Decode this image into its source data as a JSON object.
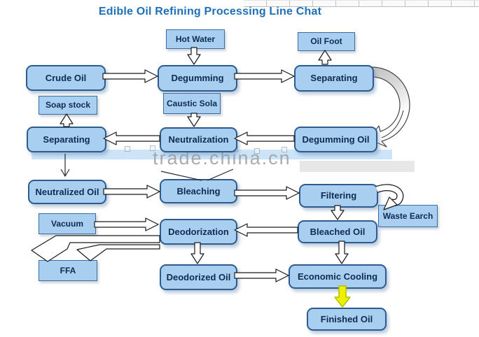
{
  "title": "Edible Oil Refining Processing Line Chat",
  "watermark": "trade.china.cn",
  "nodes": {
    "hot_water": "Hot Water",
    "oil_foot": "Oil Foot",
    "crude_oil": "Crude Oil",
    "degumming": "Degumming",
    "separating_top": "Separating",
    "soap_stock": "Soap stock",
    "caustic_sola": "Caustic Sola",
    "separating_mid": "Separating",
    "neutralization": "Neutralization",
    "degumming_oil": "Degumming Oil",
    "neutralized_oil": "Neutralized Oil",
    "bleaching": "Bleaching",
    "filtering": "Filtering",
    "waste_earch": "Waste Earch",
    "vacuum": "Vacuum",
    "deodorization": "Deodorization",
    "bleached_oil": "Bleached Oil",
    "ffa": "FFA",
    "deodorized_oil": "Deodorized Oil",
    "economic_cooling": "Economic Cooling",
    "finished_oil": "Finished Oil"
  },
  "edges": [
    "Hot Water → Degumming",
    "Crude Oil → Degumming",
    "Degumming → Separating",
    "Separating → Oil Foot",
    "Separating → Degumming Oil",
    "Caustic Sola → Neutralization",
    "Degumming Oil → Neutralization",
    "Neutralization → Separating",
    "Separating → Soap stock",
    "Separating → Neutralized Oil",
    "Neutralization → Bleaching",
    "Neutralized Oil → Bleaching",
    "Bleaching → Filtering",
    "Filtering → Waste Earch",
    "Filtering → Bleached Oil",
    "Vacuum → Deodorization",
    "Bleached Oil → Deodorization",
    "Deodorization → FFA",
    "Deodorization → Deodorized Oil",
    "Bleached Oil → Economic Cooling",
    "Deodorized Oil → Economic Cooling",
    "Economic Cooling → Finished Oil"
  ],
  "colors": {
    "box_fill": "#A9CFF0",
    "box_border": "#3A6CA0",
    "rounded_border": "#2E5B8F",
    "box_text": "#0E2B50",
    "title": "#1C6FB8",
    "wm_text": "#9E9E9E",
    "wm_blue": "#BFDDF6",
    "wm_gray": "#E4E4E4",
    "arrow_outline": "#1A1A1A",
    "ribbon_gray": "#C6C6C6",
    "finish_arrow_yellow": "#EDF000"
  }
}
